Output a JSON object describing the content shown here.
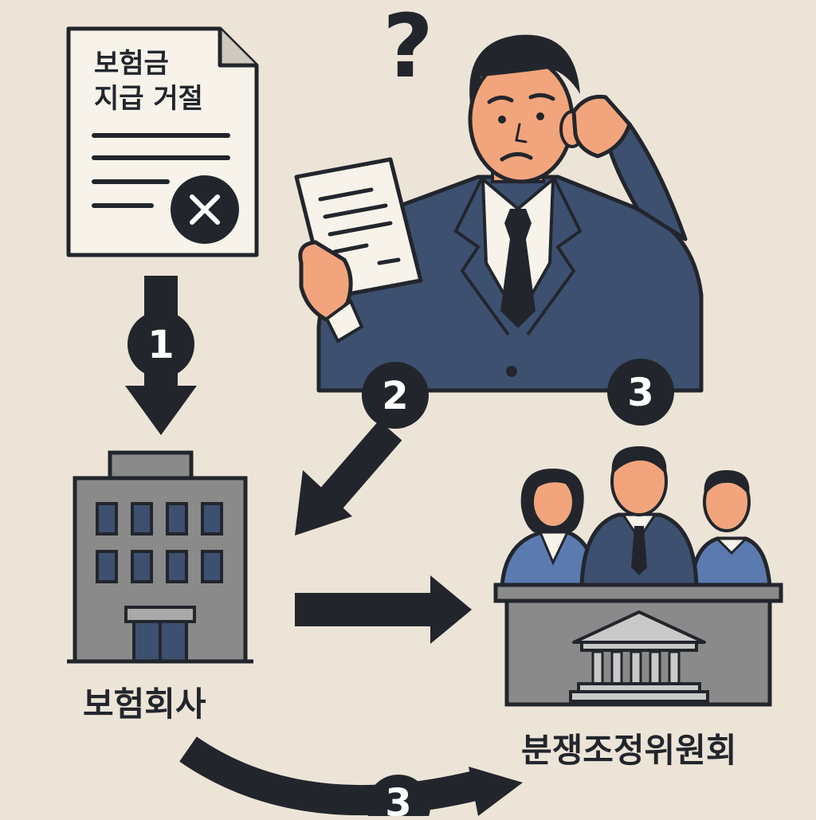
{
  "document": {
    "line1": "보험금",
    "line2": "지급 거절"
  },
  "labels": {
    "insurer": "보험회사",
    "committee": "분쟁조정위원회"
  },
  "question_mark": "?",
  "steps": {
    "one": "1",
    "two": "2",
    "three_top": "3",
    "three_bottom": "3"
  },
  "colors": {
    "background": "#ede4d8",
    "ink": "#22262c",
    "suit": "#3d5070",
    "skin": "#f2a57c",
    "building": "#8a8a8a",
    "window": "#3d5070",
    "committee_shirt": "#5b7ab0"
  }
}
